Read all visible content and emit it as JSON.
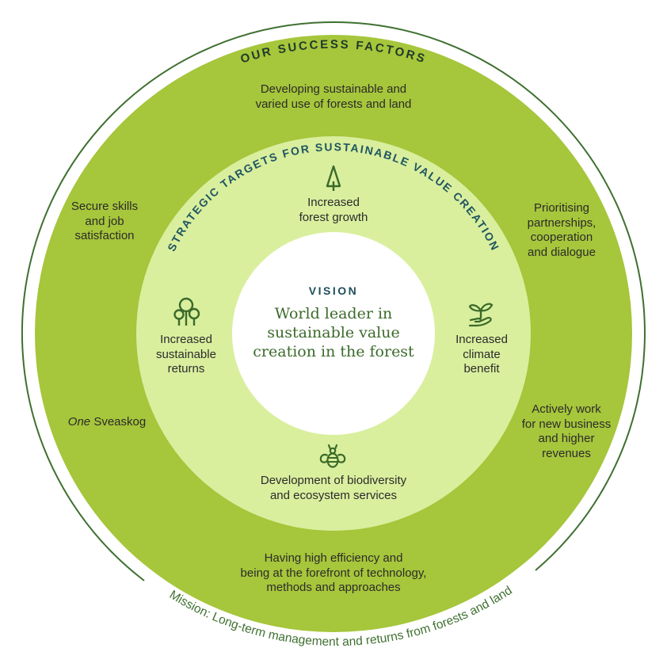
{
  "colors": {
    "outer_ring_line": "#3f7030",
    "success_ring": "#a6c63b",
    "targets_ring": "#d9ef9e",
    "vision_center": "#ffffff",
    "heading_dark": "#1f3a2a",
    "targets_heading": "#1f5561",
    "vision_heading": "#1f4f5a",
    "vision_text": "#3b6a2a",
    "icon": "#3b6a2a",
    "body_text": "#2b2b2b",
    "mission_text": "#3f7030"
  },
  "success_factors": {
    "heading": "OUR SUCCESS FACTORS",
    "items": [
      {
        "id": "top",
        "lines": [
          "Developing sustainable and",
          "varied use of forests and land"
        ]
      },
      {
        "id": "upper-left",
        "lines": [
          "Secure skills",
          "and job",
          "satisfaction"
        ]
      },
      {
        "id": "upper-right",
        "lines": [
          "Prioritising",
          "partnerships,",
          "cooperation",
          "and dialogue"
        ]
      },
      {
        "id": "lower-left",
        "italic_prefix": "One",
        "text": " Sveaskog"
      },
      {
        "id": "lower-right",
        "lines": [
          "Actively work",
          "for new business",
          "and higher",
          "revenues"
        ]
      },
      {
        "id": "bottom",
        "lines": [
          "Having high efficiency and",
          "being at the forefront of technology,",
          "methods and approaches"
        ]
      }
    ]
  },
  "strategic_targets": {
    "heading": "STRATEGIC TARGETS FOR SUSTAINABLE VALUE CREATION",
    "items": [
      {
        "id": "forest-growth",
        "icon": "tree-icon",
        "lines": [
          "Increased",
          "forest growth"
        ]
      },
      {
        "id": "sustainable-returns",
        "icon": "trees-group-icon",
        "lines": [
          "Increased",
          "sustainable",
          "returns"
        ]
      },
      {
        "id": "climate-benefit",
        "icon": "plant-in-hand-icon",
        "lines": [
          "Increased",
          "climate",
          "benefit"
        ]
      },
      {
        "id": "biodiversity",
        "icon": "bee-icon",
        "lines": [
          "Development of biodiversity",
          "and ecosystem services"
        ]
      }
    ]
  },
  "vision": {
    "heading": "VISION",
    "lines": [
      "World leader in",
      "sustainable value",
      "creation in the forest"
    ]
  },
  "mission": {
    "text": "Mission: Long-term management and returns from forests and land"
  }
}
